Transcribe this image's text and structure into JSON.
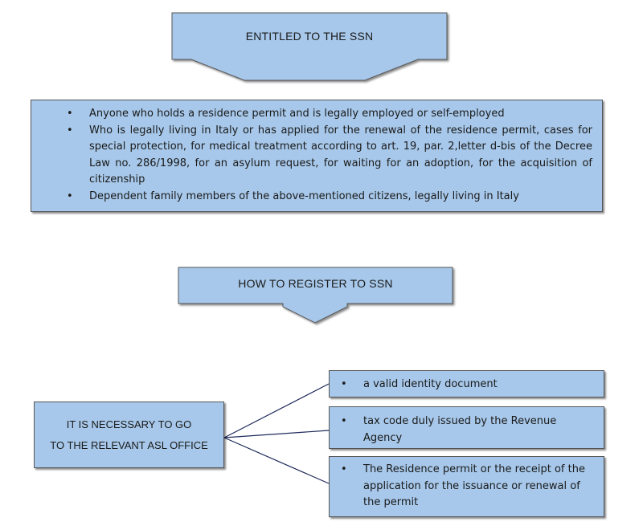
{
  "section1": {
    "title": "ENTITLED TO THE SSN",
    "items": [
      "Anyone who holds a residence permit and is legally employed or self-employed",
      "Who is legally living in Italy or has applied for the renewal of the residence permit, cases for special protection, for medical treatment according to art. 19, par. 2,letter d-bis of the Decree Law no. 286/1998, for an asylum request, for waiting for an adoption, for the acquisition of citizenship",
      "Dependent family members of the above-mentioned citizens, legally living in Italy"
    ]
  },
  "section2": {
    "title": "HOW TO REGISTER TO SSN",
    "center_line1": "IT IS NECESSARY TO GO",
    "center_line2": "TO THE RELEVANT ASL OFFICE",
    "requirements": [
      "a valid identity document",
      "tax code duly issued by the Revenue Agency",
      "The Residence permit or the receipt of the application for the issuance or renewal of the permit"
    ]
  },
  "colors": {
    "box_fill": "#a7c8ea",
    "arrow_fill": "#a7c8ea",
    "border": "#555555",
    "connector": "#1f2a5a"
  }
}
